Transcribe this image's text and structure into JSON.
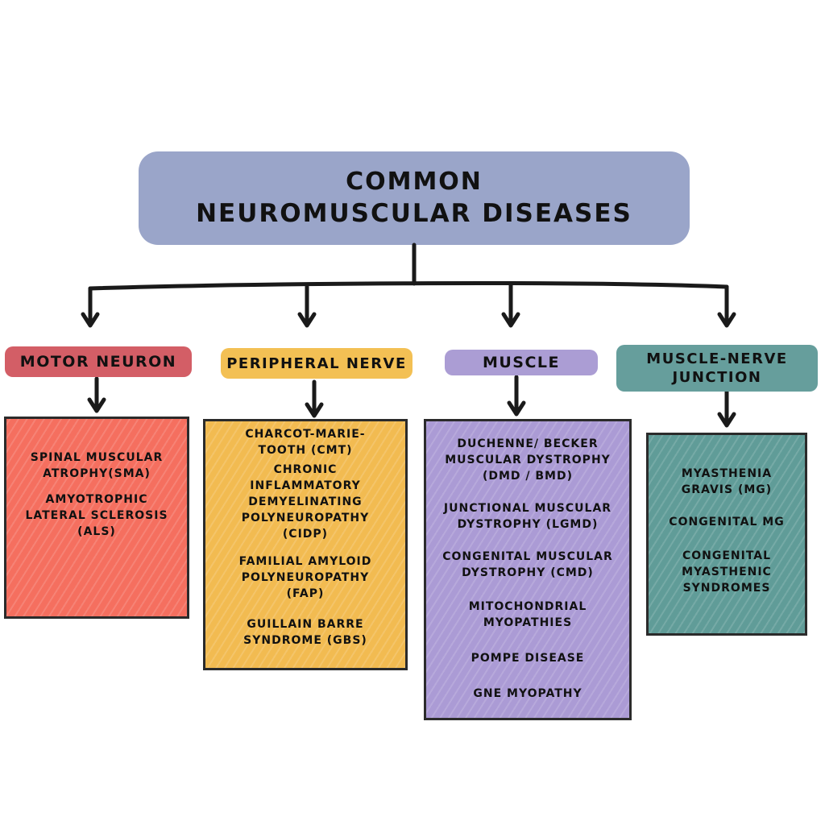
{
  "title": {
    "line1": "COMMON",
    "line2": "NEUROMUSCULAR DISEASES"
  },
  "categories": {
    "motor_neuron": {
      "label": "MOTOR NEURON",
      "color": "#d35e66",
      "box_color": "#f56f5f",
      "items": [
        "SPINAL MUSCULAR\nATROPHY(SMA)",
        "AMYOTROPHIC\nLATERAL SCLEROSIS\n(ALS)"
      ]
    },
    "peripheral_nerve": {
      "label": "PERIPHERAL NERVE",
      "color": "#f3c054",
      "box_color": "#f2bb51",
      "items": [
        "CHARCOT-MARIE-\nTOOTH (CMT)",
        "CHRONIC\nINFLAMMATORY\nDEMYELINATING\nPOLYNEUROPATHY\n(CIDP)",
        "FAMILIAL AMYLOID\nPOLYNEUROPATHY\n(FAP)",
        "GUILLAIN BARRE\nSYNDROME (GBS)"
      ]
    },
    "muscle": {
      "label": "MUSCLE",
      "color": "#ab9dd4",
      "box_color": "#ab9bd5",
      "items": [
        "DUCHENNE/ BECKER\nMUSCULAR DYSTROPHY\n(DMD / BMD)",
        "JUNCTIONAL MUSCULAR\nDYSTROPHY (LGMD)",
        "CONGENITAL MUSCULAR\nDYSTROPHY (CMD)",
        "MITOCHONDRIAL\nMYOPATHIES",
        "POMPE DISEASE",
        "GNE MYOPATHY"
      ]
    },
    "muscle_nerve_junction": {
      "label_line1": "MUSCLE-NERVE",
      "label_line2": "JUNCTION",
      "color": "#669e9c",
      "box_color": "#609c98",
      "items": [
        "MYASTHENIA\nGRAVIS (MG)",
        "CONGENITAL MG",
        "CONGENITAL\nMYASTHENIC\nSYNDROMES"
      ]
    }
  },
  "colors": {
    "title_box": "#9aa5c9",
    "lines": "#1a1a1a"
  }
}
